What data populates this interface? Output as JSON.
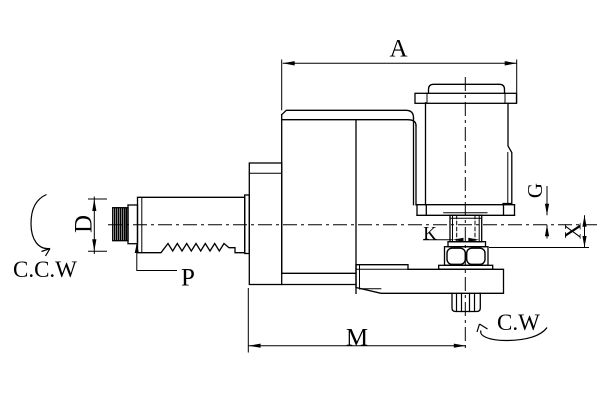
{
  "drawing": {
    "title": "right-angle tool holder technical drawing",
    "labels": {
      "a": "A",
      "d": "D",
      "p": "P",
      "k": "K",
      "g": "G",
      "x": "X",
      "m": "M",
      "ccw": "C.C.W",
      "cw": "C.W"
    },
    "colors": {
      "line": "#000000",
      "background": "#ffffff"
    }
  }
}
